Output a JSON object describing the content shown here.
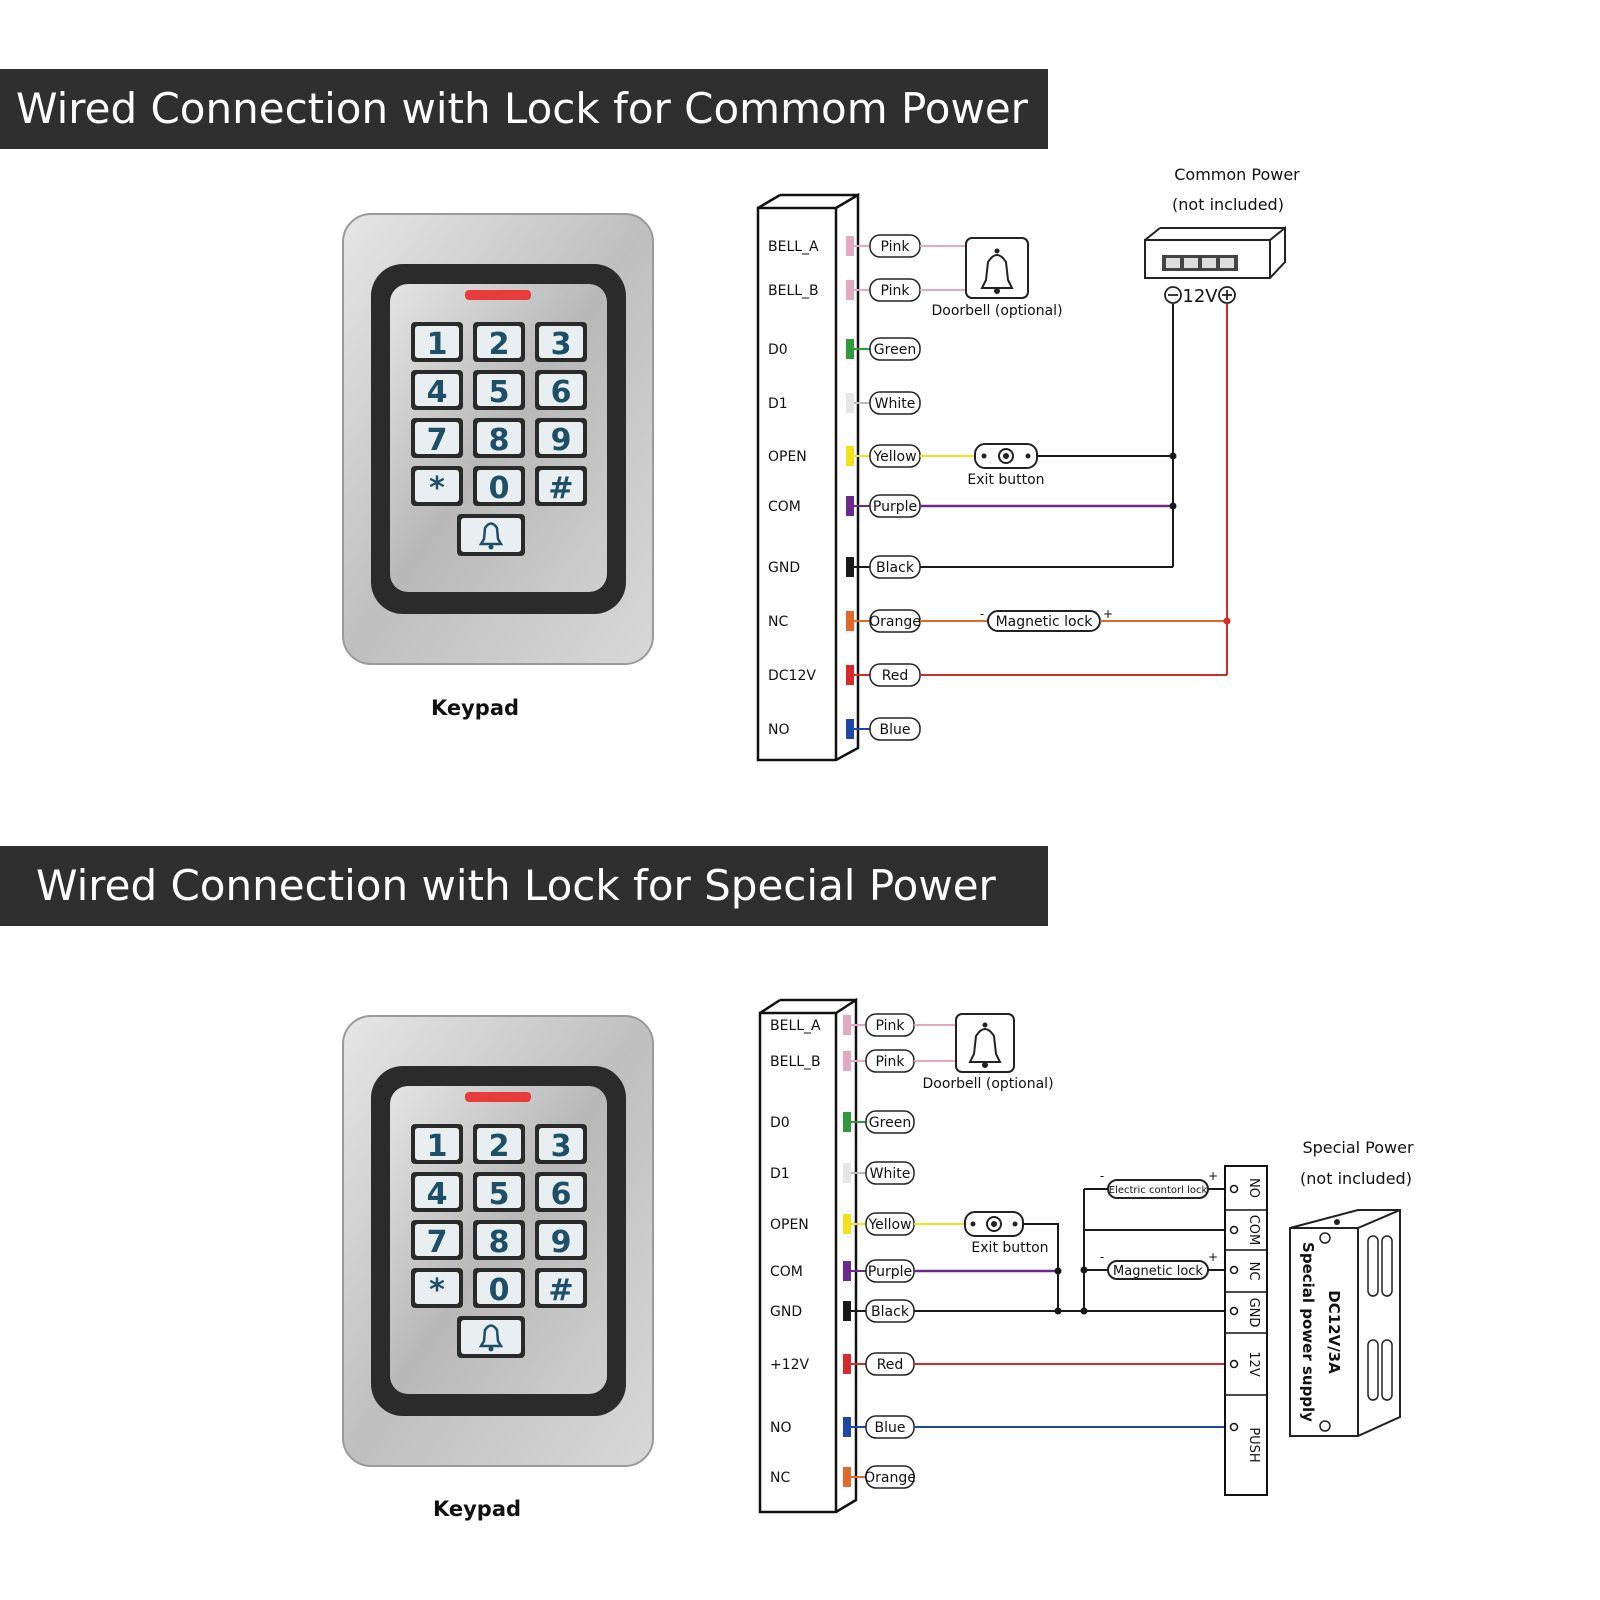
{
  "section1": {
    "title": "Wired Connection with Lock for Commom Power",
    "keypad_label": "Keypad",
    "terminals": [
      "BELL_A",
      "BELL_B",
      "D0",
      "D1",
      "OPEN",
      "COM",
      "GND",
      "NC",
      "DC12V",
      "NO"
    ],
    "wires": [
      "Pink",
      "Pink",
      "Green",
      "White",
      "Yellow",
      "Purple",
      "Black",
      "Orange",
      "Red",
      "Blue"
    ],
    "doorbell_label": "Doorbell (optional)",
    "exit_button_label": "Exit button",
    "lock_label": "Magnetic lock",
    "lock_minus": "-",
    "lock_plus": "+",
    "power_title": "Common Power",
    "power_note": "(not included)",
    "power_voltage": "12V"
  },
  "section2": {
    "title": "Wired Connection with Lock for Special Power",
    "keypad_label": "Keypad",
    "terminals": [
      "BELL_A",
      "BELL_B",
      "D0",
      "D1",
      "OPEN",
      "COM",
      "GND",
      "+12V",
      "NO",
      "NC"
    ],
    "wires": [
      "Pink",
      "Pink",
      "Green",
      "White",
      "Yellow",
      "Purple",
      "Black",
      "Red",
      "Blue",
      "Orange"
    ],
    "doorbell_label": "Doorbell (optional)",
    "exit_button_label": "Exit button",
    "electric_lock_label": "Electric contorl lock",
    "magnetic_lock_label": "Magnetic lock",
    "lock_minus": "-",
    "lock_plus": "+",
    "supply_terminals": [
      "NO",
      "COM",
      "NC",
      "GND",
      "12V",
      "PUSH"
    ],
    "power_title": "Special Power",
    "power_note": "(not included)",
    "supply_model": "DC12V/3A",
    "supply_name": "Special power supply"
  },
  "keypad_keys": [
    "1",
    "2",
    "3",
    "4",
    "5",
    "6",
    "7",
    "8",
    "9",
    "*",
    "0",
    "#"
  ],
  "colors": {
    "banner_bg": "#2f2f2f",
    "Pink": "#e3a9c0",
    "Green": "#2e9a3c",
    "White": "#e6e6e6",
    "Yellow": "#f2e21c",
    "Purple": "#6a2a8c",
    "Black": "#1a1a1a",
    "Orange": "#e0682a",
    "Red": "#d42a2a",
    "Blue": "#1f47a8"
  }
}
